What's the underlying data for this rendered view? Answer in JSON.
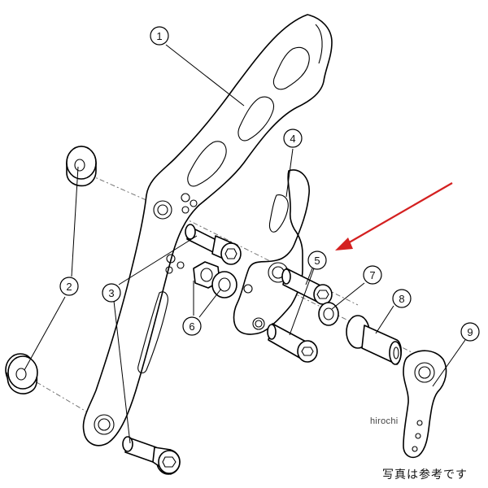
{
  "callouts": [
    "1",
    "2",
    "3",
    "4",
    "5",
    "6",
    "7",
    "8",
    "9"
  ],
  "watermark": "hirochi",
  "note": "写真は参考です",
  "colors": {
    "line": "#000000",
    "arrow": "#d42020",
    "background": "#ffffff"
  }
}
